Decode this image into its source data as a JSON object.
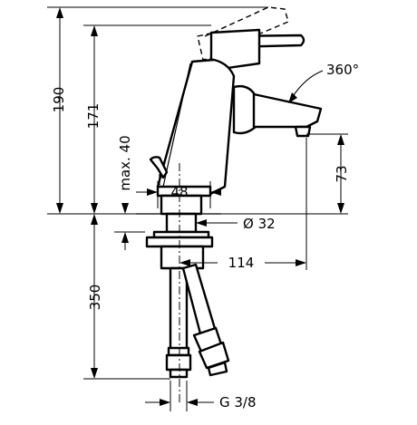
{
  "labels": {
    "height_total": "190",
    "height_outlet": "171",
    "max_deck_thickness": "max. 40",
    "base_diameter_width": "48",
    "rotation": "360°",
    "spout_height": "73",
    "hole_diameter": "Ø 32",
    "spout_reach": "114",
    "hose_length": "350",
    "connection_thread": "G 3/8"
  }
}
